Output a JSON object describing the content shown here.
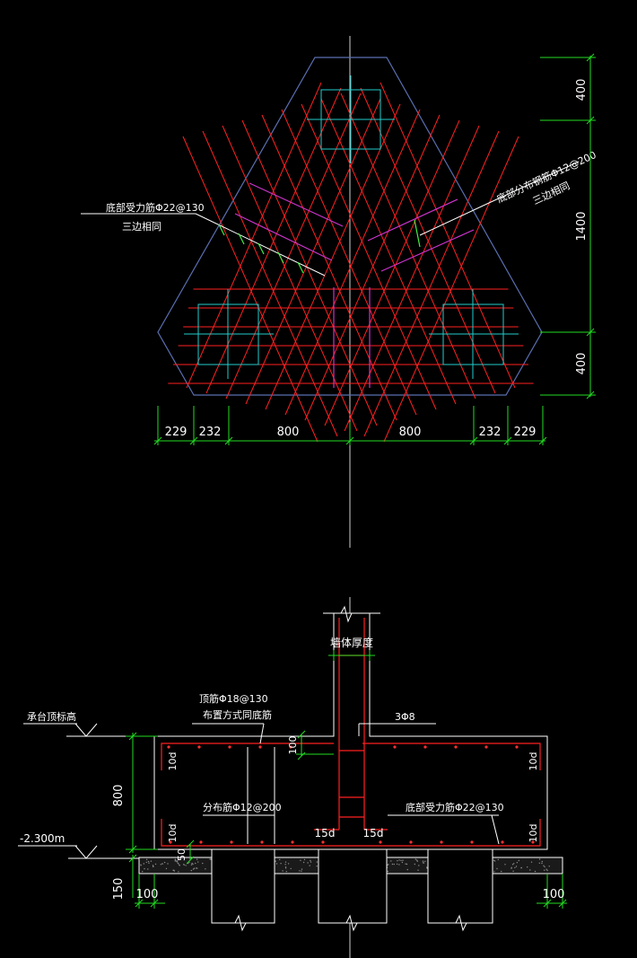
{
  "colors": {
    "background": "#000000",
    "outline": "#5a6fb0",
    "rebar": "#ff2020",
    "distribution": "#cc33cc",
    "column": "#22cccc",
    "dimension": "#22dd22",
    "text": "#ffffff",
    "axis": "#cfcfcf",
    "pile_fill": "#7a7a7a"
  },
  "plan": {
    "dims_right": [
      "400",
      "1400",
      "400"
    ],
    "dims_bottom": [
      "229",
      "232",
      "800",
      "800",
      "232",
      "229"
    ],
    "label_left": {
      "line1": "底部受力筋Φ22@130",
      "line2": "三边相同"
    },
    "label_right": {
      "line1": "底部分布钢筋Φ12@200",
      "line2": "三边相同"
    }
  },
  "section": {
    "wall_thickness": "墙体厚度",
    "top_bar": {
      "line1": "顶筋Φ18@130",
      "line2": "布置方式同底筋"
    },
    "stirrup": "3Φ8",
    "dist_bar": "分布筋Φ12@200",
    "bottom_bar": "底部受力筋Φ22@130",
    "cap_top_level": "承台顶标高",
    "level": "-2.300m",
    "anchor_left": "15d",
    "anchor_right": "15d",
    "hook_10d": "10d",
    "dim_100_top": "100",
    "dim_800": "800",
    "dim_150": "150",
    "dim_50": "50",
    "dim_100_left": "100",
    "dim_100_right": "100"
  }
}
